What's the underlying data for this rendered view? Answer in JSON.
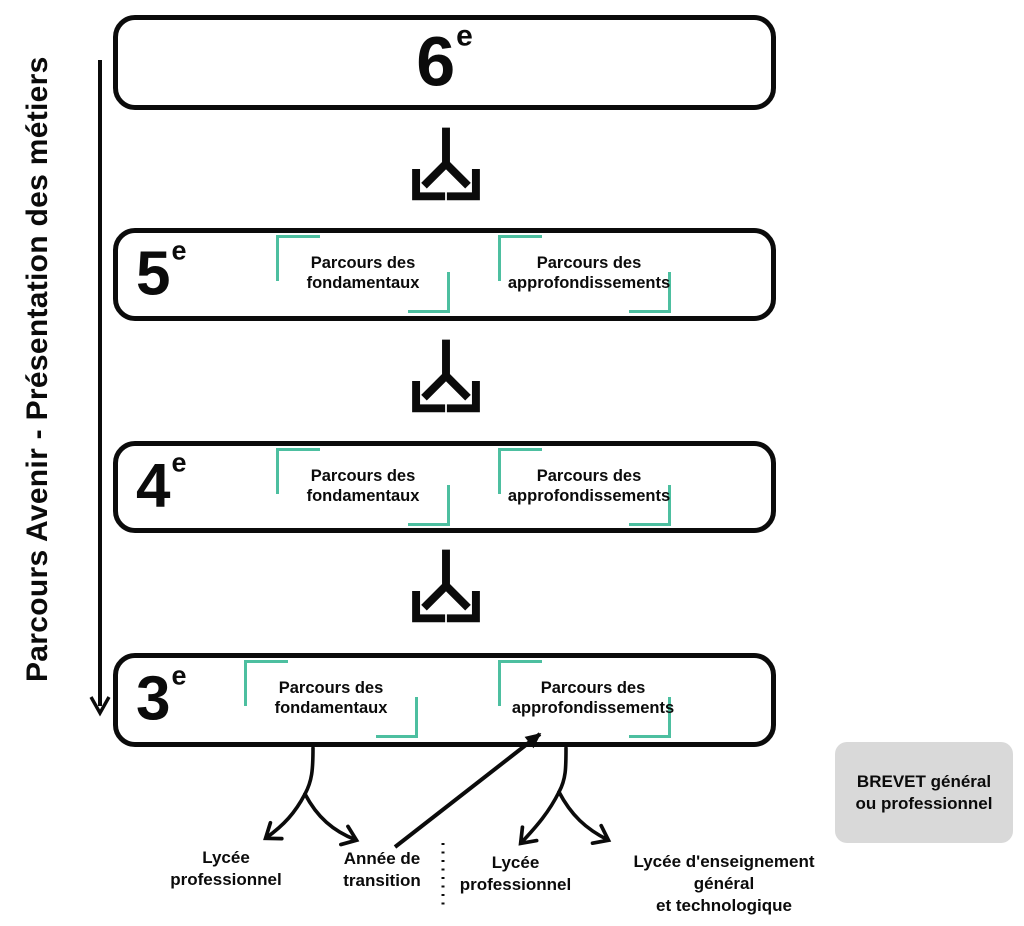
{
  "sidebar": {
    "title": "Parcours Avenir - Présentation des métiers"
  },
  "grades": [
    {
      "label": "6",
      "sup": "e",
      "tracks": []
    },
    {
      "label": "5",
      "sup": "e",
      "tracks": [
        {
          "line1": "Parcours des",
          "line2": "fondamentaux"
        },
        {
          "line1": "Parcours des",
          "line2": "approfondissements"
        }
      ]
    },
    {
      "label": "4",
      "sup": "e",
      "tracks": [
        {
          "line1": "Parcours des",
          "line2": "fondamentaux"
        },
        {
          "line1": "Parcours des",
          "line2": "approfondissements"
        }
      ]
    },
    {
      "label": "3",
      "sup": "e",
      "tracks": [
        {
          "line1": "Parcours des",
          "line2": "fondamentaux"
        },
        {
          "line1": "Parcours des",
          "line2": "approfondissements"
        }
      ]
    }
  ],
  "outcomes": [
    {
      "lines": [
        "Lycée",
        "professionnel"
      ]
    },
    {
      "lines": [
        "Année de",
        "transition"
      ]
    },
    {
      "lines": [
        "Lycée",
        "professionnel"
      ]
    },
    {
      "lines": [
        "Lycée d'enseignement",
        "général",
        "et technologique"
      ]
    }
  ],
  "brevet": {
    "line1": "BREVET général",
    "line2": "ou professionnel"
  },
  "icons": {
    "timeline": "down-arrow",
    "between_grades": "split-branch-arrow",
    "after_3e": "fork-curved-arrows",
    "transition_to_approfondissements": "straight-arrow"
  },
  "colors": {
    "ink": "#0B0B0B",
    "bracket": "#4DBFA0",
    "brevet_bg": "#D9D9D9"
  }
}
